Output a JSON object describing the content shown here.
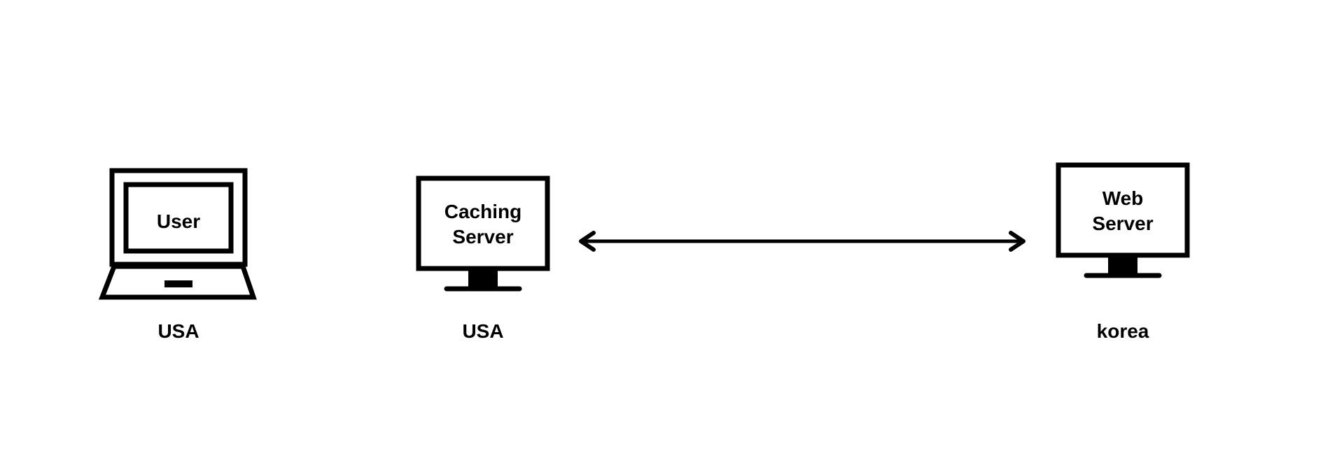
{
  "diagram": {
    "nodes": [
      {
        "id": "user",
        "icon": "laptop-icon",
        "label_lines": [
          "User"
        ],
        "location": "USA"
      },
      {
        "id": "caching-server",
        "icon": "monitor-icon",
        "label_lines": [
          "Caching",
          "Server"
        ],
        "location": "USA"
      },
      {
        "id": "web-server",
        "icon": "monitor-icon",
        "label_lines": [
          "Web",
          "Server"
        ],
        "location": "korea"
      }
    ],
    "edges": [
      {
        "from": "caching-server",
        "to": "web-server",
        "style": "bidirectional-arrow"
      }
    ],
    "colors": {
      "stroke": "#000000",
      "background": "#ffffff"
    }
  }
}
